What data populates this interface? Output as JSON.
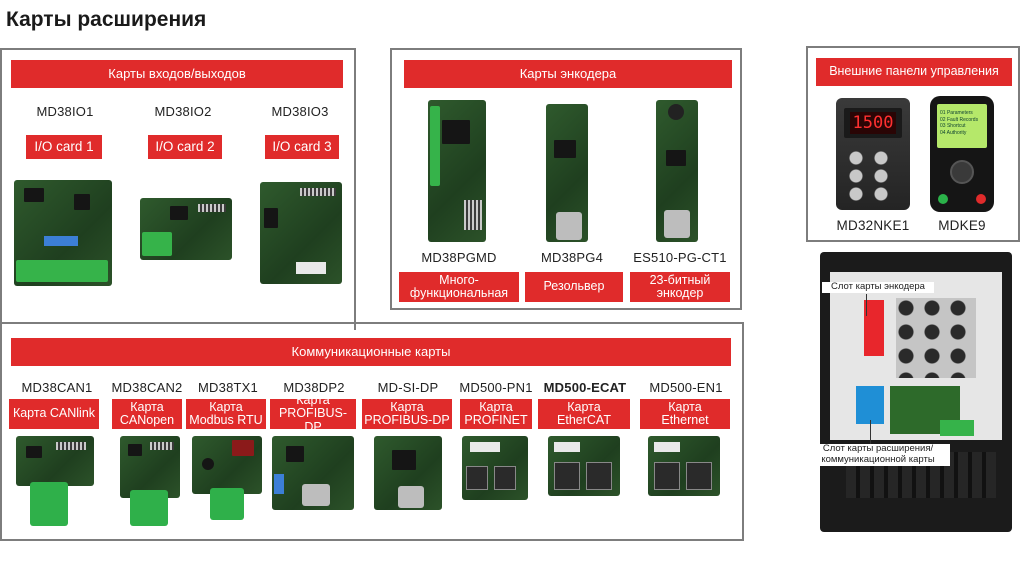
{
  "page_title": "Карты расширения",
  "io": {
    "banner": "Карты входов/выходов",
    "cards": [
      {
        "model": "MD38IO1",
        "tag": "I/O card 1"
      },
      {
        "model": "MD38IO2",
        "tag": "I/O card 2"
      },
      {
        "model": "MD38IO3",
        "tag": "I/O card 3"
      }
    ]
  },
  "encoder": {
    "banner": "Карты энкодера",
    "cards": [
      {
        "model": "MD38PGMD",
        "tag": "Много-функциональная"
      },
      {
        "model": "MD38PG4",
        "tag": "Резольвер"
      },
      {
        "model": "ES510-PG-CT1",
        "tag": "23-битный энкодер"
      }
    ]
  },
  "panels": {
    "banner": "Внешние панели управления",
    "items": [
      {
        "model": "MD32NKE1",
        "display": "1500"
      },
      {
        "model": "MDKE9",
        "display_lines": [
          "01 Parameters",
          "02 Fault Records",
          "03 Shortcut",
          "04 Authority"
        ]
      }
    ]
  },
  "comm": {
    "banner": "Коммуникационные карты",
    "cards": [
      {
        "model": "MD38CAN1",
        "tag": "Карта CANlink"
      },
      {
        "model": "MD38CAN2",
        "tag": "Карта CANopen"
      },
      {
        "model": "MD38TX1",
        "tag": "Карта Modbus RTU"
      },
      {
        "model": "MD38DP2",
        "tag": "Карта PROFIBUS-DP"
      },
      {
        "model": "MD-SI-DP",
        "tag": "Карта PROFIBUS-DP"
      },
      {
        "model": "MD500-PN1",
        "tag": "Карта PROFINET"
      },
      {
        "model": "MD500-ECAT",
        "tag": "Карта EtherCAT"
      },
      {
        "model": "MD500-EN1",
        "tag": "Карта Ethernet"
      }
    ]
  },
  "drive": {
    "encoder_slot_label": "Слот карты энкодера",
    "expansion_slot_label": "Слот карты расширения/ коммуникационной карты"
  },
  "colors": {
    "banner_red": "#e02b2b",
    "frame_gray": "#7d7d7d",
    "pcb_green": "#2f5a2d",
    "slot_red": "#e8262c",
    "slot_blue": "#1f8fd6"
  }
}
